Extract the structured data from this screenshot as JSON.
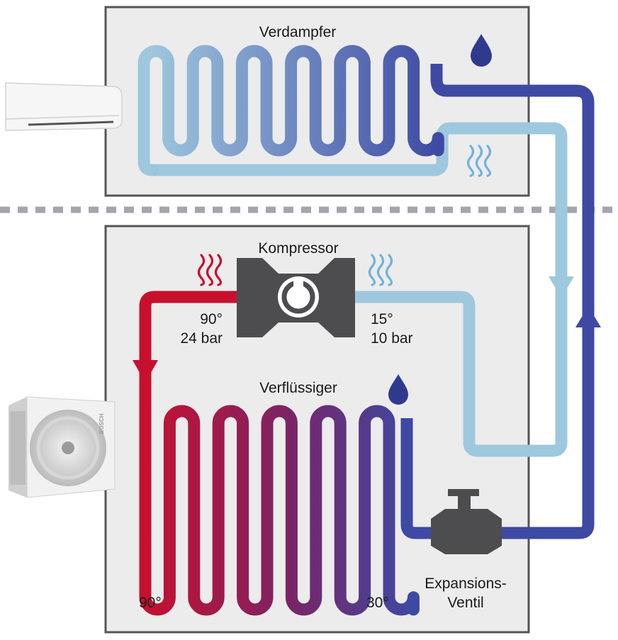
{
  "labels": {
    "evaporator": "Verdampfer",
    "compressor": "Kompressor",
    "condenser": "Verflüssiger",
    "hot_temp": "90°",
    "hot_pressure": "24 bar",
    "cool_temp": "15°",
    "cool_pressure": "10 bar",
    "condenser_in_temp": "90°",
    "condenser_out_temp": "30°",
    "valve_line1": "Expansions-",
    "valve_line2": "Ventil",
    "outdoor_brand": "BOSCH"
  },
  "colors": {
    "box_fill": "#ececec",
    "box_stroke": "#555555",
    "divider": "#a4a6ad",
    "light_blue": "#9ec8de",
    "dark_blue": "#3e49a3",
    "hot_red": "#c8102e",
    "machine_gray": "#4d4d4f"
  },
  "icons": {
    "water_drop": "water-drop-icon",
    "heat_waves": "heat-waves-icon",
    "cold_waves": "cold-waves-icon",
    "compressor": "compressor-icon",
    "expansion_valve": "expansion-valve-icon",
    "indoor_unit": "indoor-unit-icon",
    "outdoor_unit": "outdoor-unit-icon"
  }
}
